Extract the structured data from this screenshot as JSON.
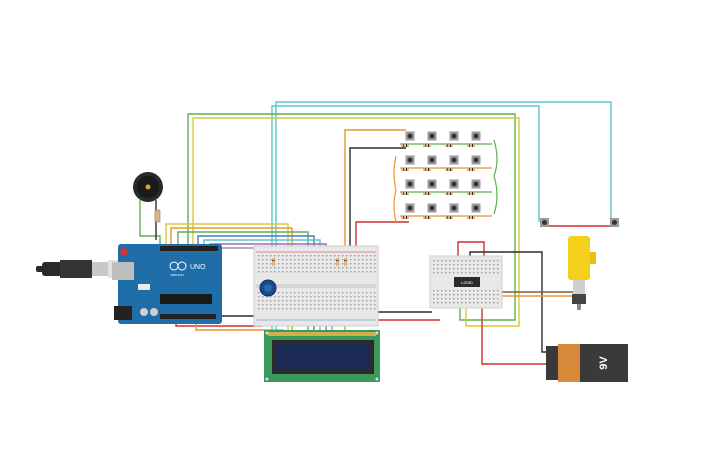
{
  "components": {
    "arduino": {
      "brand_label": "UNO",
      "sub_label": "ARDUINO"
    },
    "motor_driver": {
      "chip_label": "L293D"
    },
    "battery": {
      "voltage_label": "9V"
    }
  },
  "colors": {
    "canvas": "#ffffff",
    "arduino_board": "#1f6ea8",
    "breadboard": "#e8e8e8",
    "lcd_pcb": "#3a9a5c",
    "lcd_screen": "#1b2a55",
    "motor": "#f3d11a",
    "battery_body": "#d9893a",
    "battery_cap": "#3a3a3a",
    "wire_orange": "#e8952e",
    "wire_yellow": "#d8c83a",
    "wire_green": "#5db04f",
    "wire_cyan": "#5fc3c9",
    "wire_red": "#d22f2f",
    "wire_black": "#2b2b2b",
    "wire_blue": "#4a78c9",
    "wire_purple": "#9a6ac0",
    "wire_grey": "#9a9a9a"
  },
  "icons": [
    "buzzer-icon",
    "usb-plug-icon",
    "potentiometer-icon",
    "pushbutton-icon",
    "resistor-icon",
    "dc-motor-icon"
  ]
}
